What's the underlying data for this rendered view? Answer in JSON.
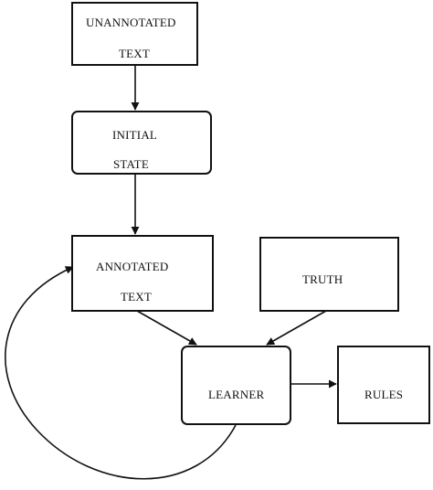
{
  "nodes": {
    "unannotated_text": {
      "line1": "UNANNOTATED",
      "line2": "TEXT"
    },
    "initial_state": {
      "line1": "INITIAL",
      "line2": "STATE"
    },
    "annotated_text": {
      "line1": "ANNOTATED",
      "line2": "TEXT"
    },
    "truth": {
      "label": "TRUTH"
    },
    "learner": {
      "label": "LEARNER"
    },
    "rules": {
      "label": "RULES"
    }
  }
}
